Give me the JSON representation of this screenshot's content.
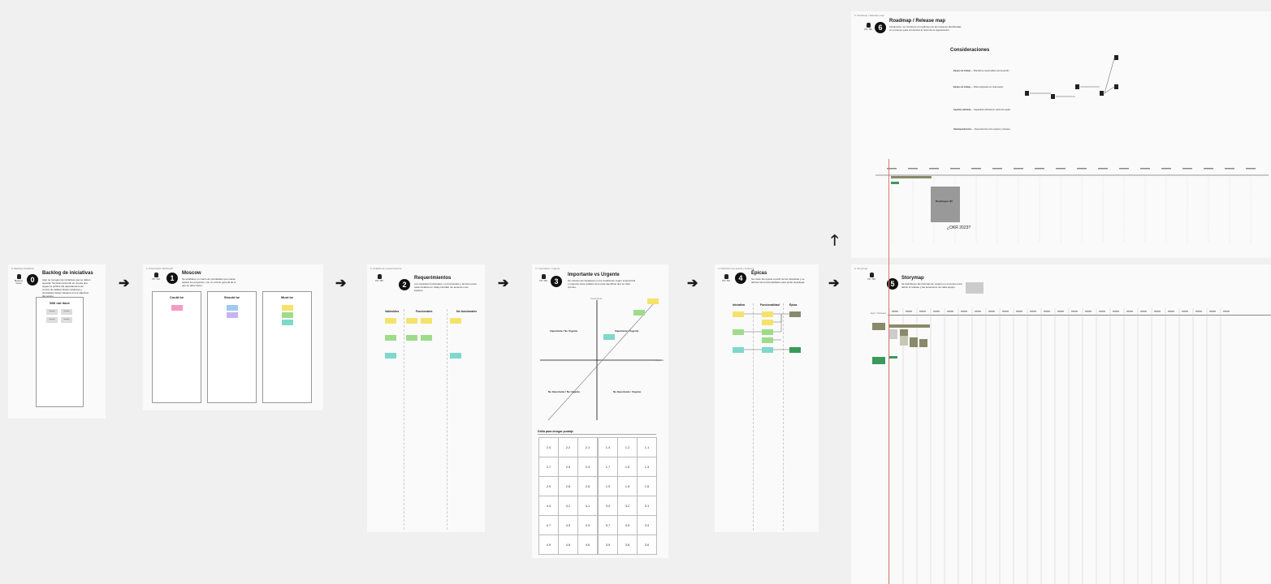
{
  "phases": [
    {
      "num": "0",
      "title": "Backlog de iniciativas",
      "caption": "0. Backlog iniciativas",
      "desc": "Aquí se recogen las iniciativas que se deben ejecutar. Se listan teniendo en cuenta que siguen la política del departamento de control de calidad. Estas iniciativas y prioridades deben basarse en los objetivos del equipo.",
      "role": "Business Owner"
    },
    {
      "num": "1",
      "title": "Moscow",
      "caption": "1. Priorización MoSCoW",
      "desc": "Se establece un marco de prioridades que puede valorar los proyectos, con un criterio general de lo que se debe hacer.",
      "role": "PO / SM"
    },
    {
      "num": "2",
      "title": "Requerimientos",
      "caption": "2. Análisis de requerimientos",
      "desc": "Los requisitos funcionales, no funcionales y técnicos para cada iniciativa en cada prioridad, de acuerdo a los equipos",
      "role": "PO / SM"
    },
    {
      "num": "3",
      "title": "Importante vs Urgente",
      "caption": "3. Importante / urgente",
      "desc": "Se colocan las iniciativas en los cuadrantes según importancia y urgencia. Este análisis sirve para identificar qué se hará primero.",
      "role": "PO / SM"
    },
    {
      "num": "4",
      "title": "Épicas",
      "caption": "4. Definición de épicas y features",
      "desc": "Se crean las épicas a partir de las iniciativas y se definen las funcionalidades para poder desplegar.",
      "role": "PO / SM"
    },
    {
      "num": "5",
      "title": "Storymap",
      "caption": "5. Storymap",
      "desc": "Se distribuyen las historias de usuario en el tiempo para definir el release y las iteraciones de cada equipo.",
      "role": "PO / SM"
    },
    {
      "num": "6",
      "title": "Roadmap / Release map",
      "caption": "6. Roadmap / Release map",
      "desc": "Finalmente, se construye el roadmap con las releases planificadas en el tiempo para comunicar al resto de la organización.",
      "role": "PO / SM"
    }
  ],
  "backlog": {
    "title": "Will not have",
    "stickies": [
      "Iniciativa",
      "Iniciativa",
      "Iniciativa",
      "Iniciativa"
    ]
  },
  "moscow": {
    "columns": [
      "Could be",
      "Should be",
      "Must be"
    ]
  },
  "requirements": {
    "columns": [
      "Valiosidos",
      "Funcionales",
      "No funcionales"
    ]
  },
  "matrix": {
    "quadrants": [
      "Importante / No Urgente",
      "Importante / Urgente",
      "No Importante / No Urgente",
      "No Importante / Urgente"
    ],
    "axis_y": "Importante",
    "axis_x": "Urgente",
    "grid_title": "Grilla para otorgar puntaje",
    "grid_left": [
      [
        "2.4",
        "2.2",
        "2.1"
      ],
      [
        "2.7",
        "2.5",
        "2.3"
      ],
      [
        "2.9",
        "2.8",
        "2.6"
      ],
      [
        "4.4",
        "4.2",
        "4.1"
      ],
      [
        "4.7",
        "4.5",
        "4.3"
      ],
      [
        "4.9",
        "4.8",
        "4.6"
      ]
    ],
    "grid_right": [
      [
        "1.4",
        "1.2",
        "1.1"
      ],
      [
        "1.7",
        "1.5",
        "1.3"
      ],
      [
        "1.9",
        "1.8",
        "1.6"
      ],
      [
        "3.4",
        "3.2",
        "3.1"
      ],
      [
        "3.7",
        "3.5",
        "3.3"
      ],
      [
        "3.9",
        "3.8",
        "3.6"
      ]
    ]
  },
  "epics": {
    "columns": [
      "Iniciativa",
      "Funcionalidad",
      "Épica"
    ]
  },
  "storymap": {
    "row_label": "Epic / Release"
  },
  "roadmap": {
    "cons_title": "Consideraciones",
    "cons_rows": [
      {
        "label": "Equipo de trabajo",
        "text": "Plantilla de responsables del desarrollo"
      },
      {
        "label": "Equipo de trabajo",
        "text": "Roles asignados en cada equipo"
      },
      {
        "label": "Capacity utilizada",
        "text": "Capacidad utilizada por sprint del equipo"
      },
      {
        "label": "Interdependencias",
        "text": "Dependencias entre equipos y releases"
      }
    ],
    "okr_label": "¿OKR 2023?",
    "milestone": "Despliegue Q3"
  },
  "colors": {
    "yellow": "#f4e36b",
    "green": "#9fdc8a",
    "teal": "#7fd8cc",
    "pink": "#f59ac0",
    "blue": "#9fcaf0",
    "purple": "#c8b3f0",
    "olive": "#8a8a6a",
    "red_line": "#e57368"
  }
}
